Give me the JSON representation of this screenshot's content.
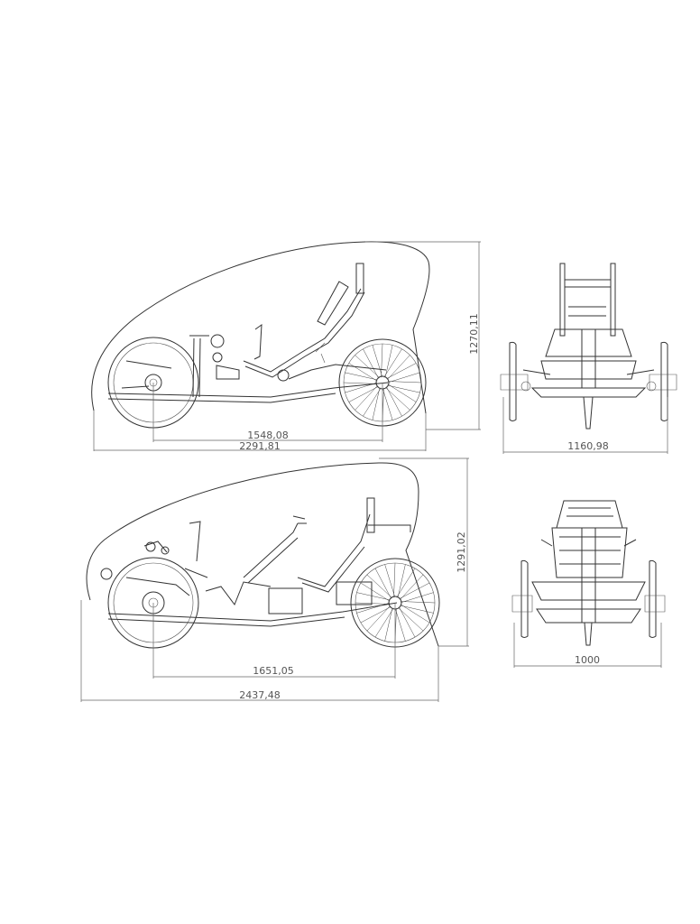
{
  "drawing": {
    "side_view_1": {
      "wheelbase": "1548,08",
      "length": "2291,81",
      "height": "1270,11"
    },
    "front_view_1": {
      "track": "1160,98"
    },
    "side_view_2": {
      "wheelbase": "1651,05",
      "length": "2437,48",
      "height": "1291,02"
    },
    "front_view_2": {
      "track": "1000"
    }
  }
}
